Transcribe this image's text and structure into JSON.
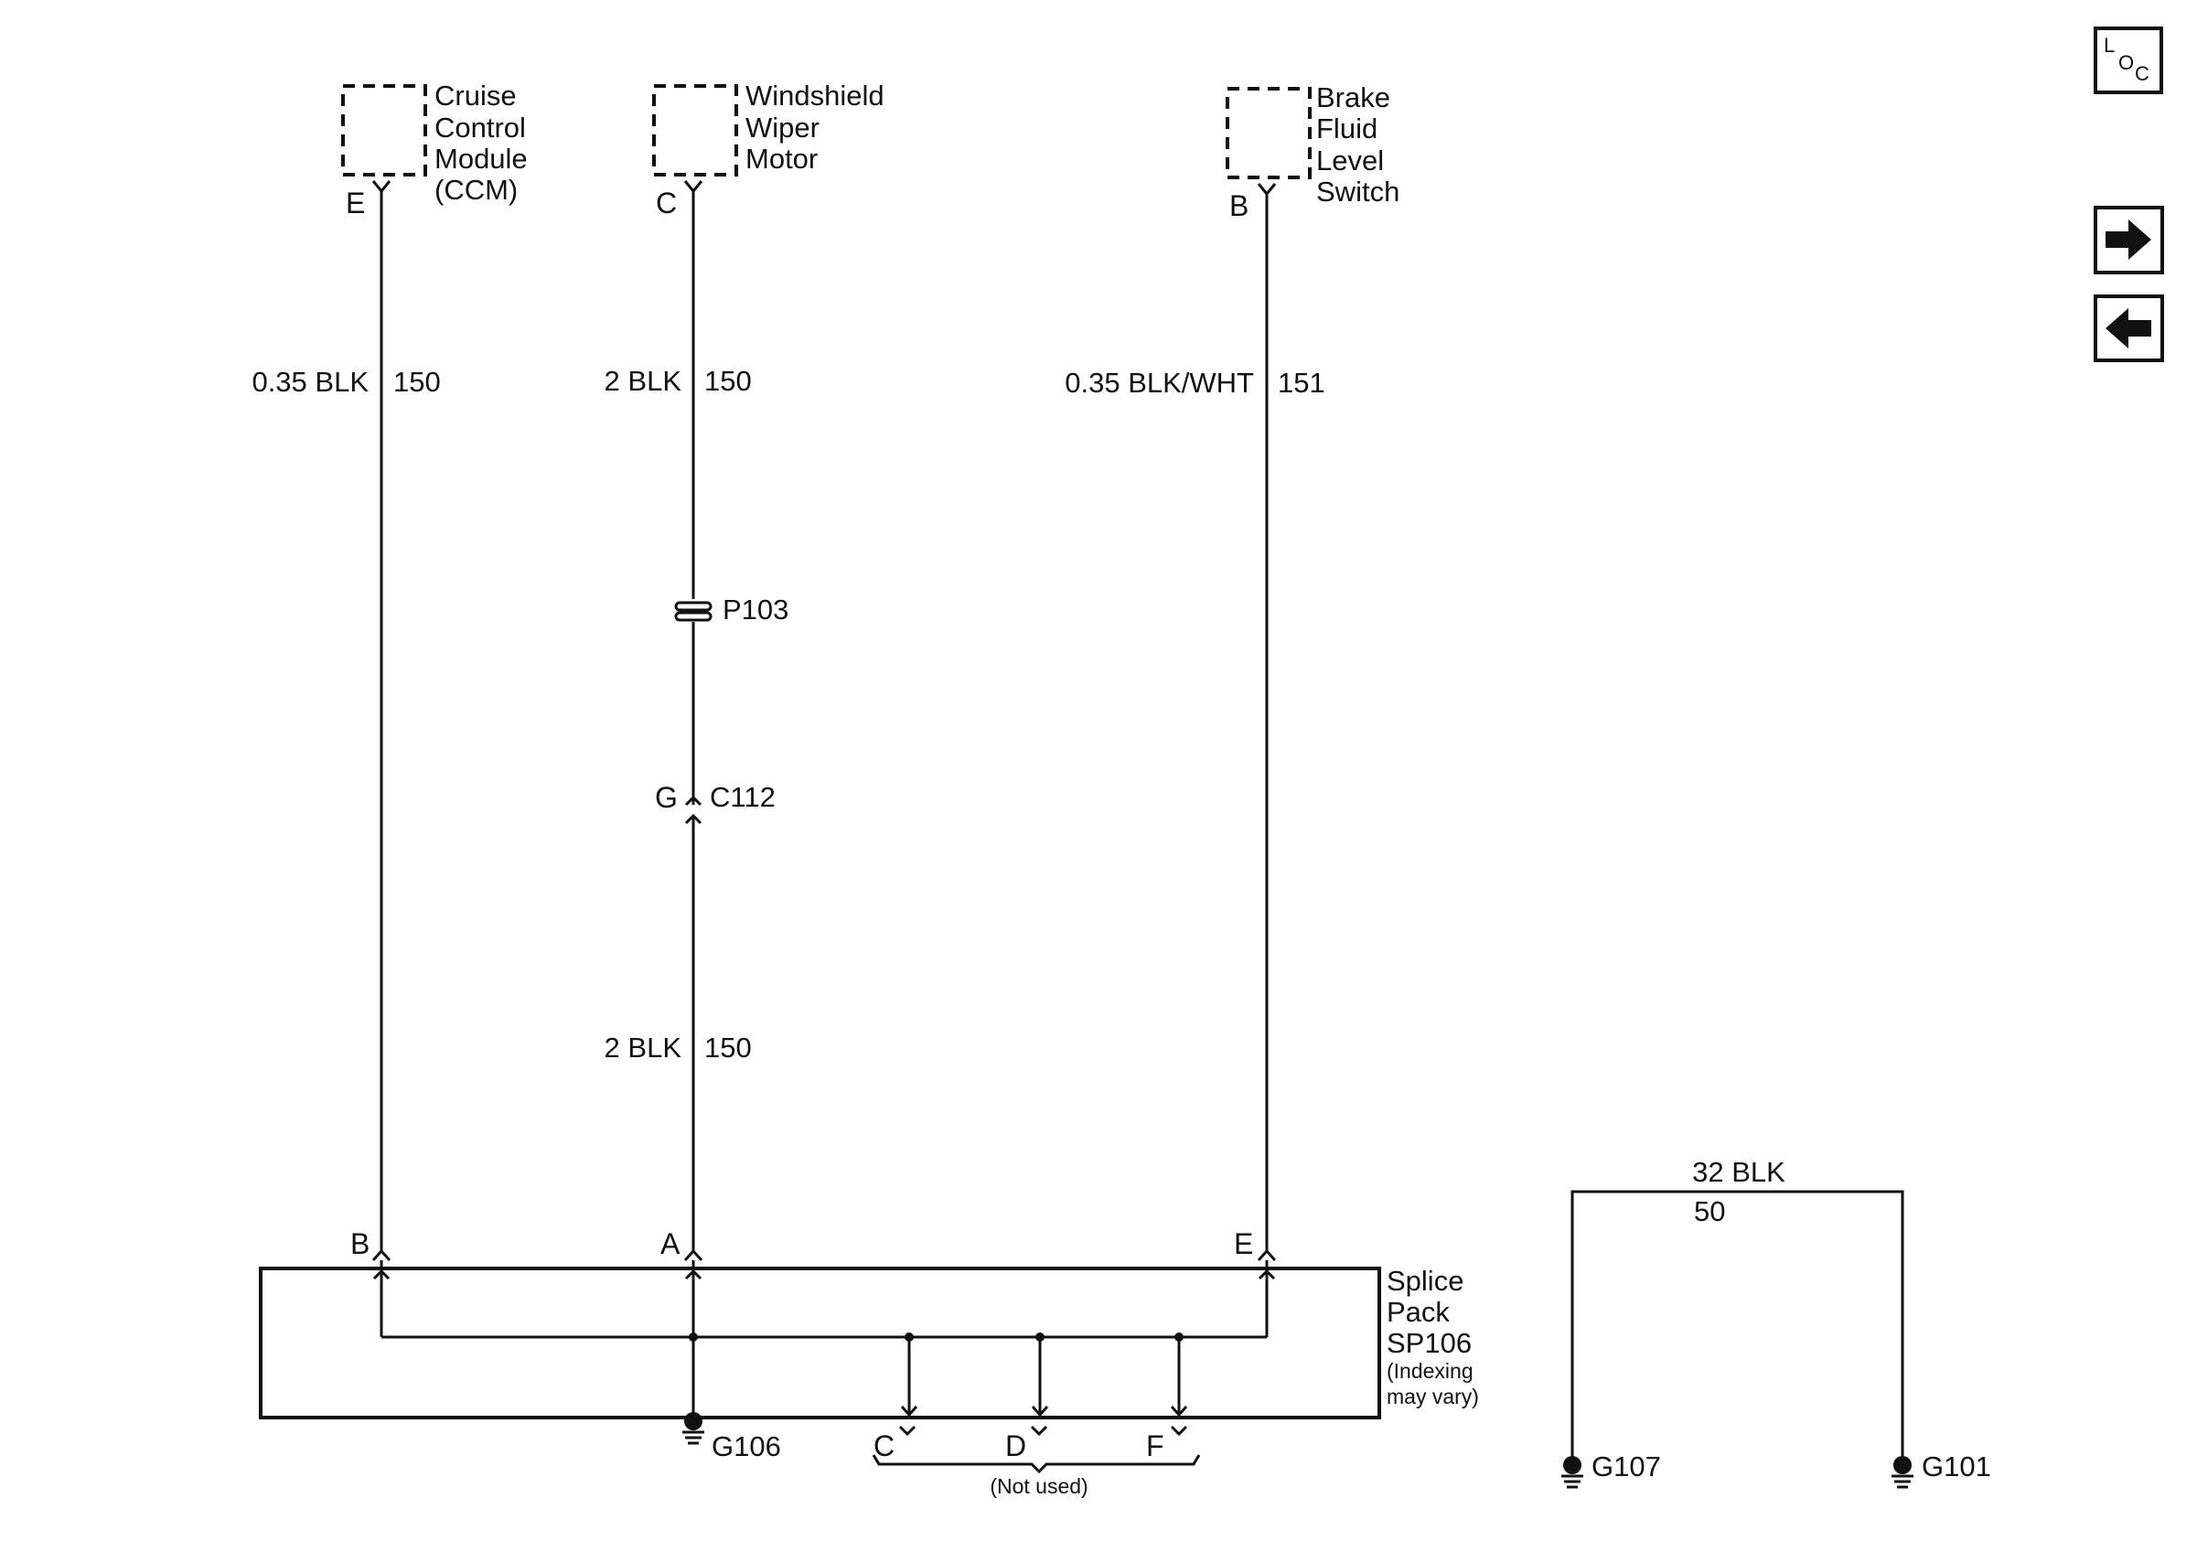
{
  "components": {
    "ccm": {
      "lines": [
        "Cruise",
        "Control",
        "Module",
        "(CCM)"
      ],
      "pin": "E"
    },
    "wiper": {
      "lines": [
        "Windshield",
        "Wiper",
        "Motor"
      ],
      "pin": "C"
    },
    "brake": {
      "lines": [
        "Brake",
        "Fluid",
        "Level",
        "Switch"
      ],
      "pin": "B"
    }
  },
  "wires": {
    "ccm": {
      "gauge_color": "0.35 BLK",
      "circuit": "150"
    },
    "wiper_upper": {
      "gauge_color": "2 BLK",
      "circuit": "150"
    },
    "wiper_lower": {
      "gauge_color": "2 BLK",
      "circuit": "150"
    },
    "brake": {
      "gauge_color": "0.35 BLK/WHT",
      "circuit": "151"
    },
    "ground_strap": {
      "gauge_color": "32 BLK",
      "circuit": "50"
    }
  },
  "connectors": {
    "p103": {
      "name": "P103"
    },
    "c112": {
      "pin": "G",
      "name": "C112"
    }
  },
  "splice_pack": {
    "lines": [
      "Splice",
      "Pack",
      "SP106"
    ],
    "note_lines": [
      "(Indexing",
      "may vary)"
    ],
    "pins_top": [
      "B",
      "A",
      "E"
    ],
    "pins_bottom": [
      "C",
      "D",
      "F"
    ],
    "not_used": "(Not used)"
  },
  "grounds": {
    "g106": "G106",
    "g107": "G107",
    "g101": "G101"
  },
  "nav": {
    "loc_top": "L",
    "loc_bottom": "O",
    "loc_sub": "C"
  }
}
